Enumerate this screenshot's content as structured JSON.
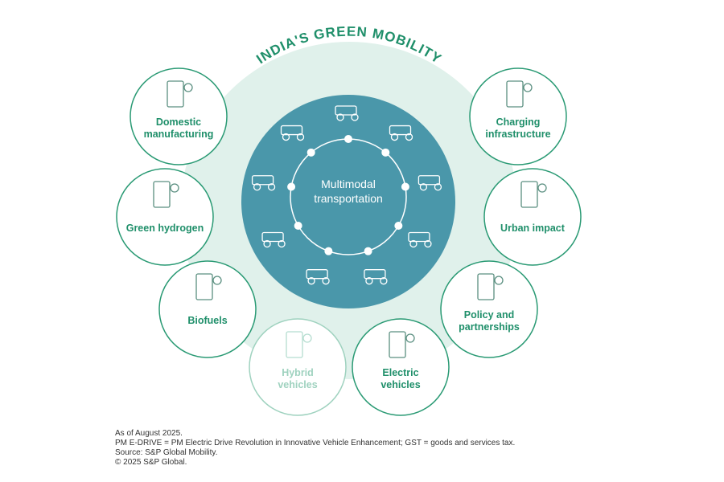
{
  "title": "INDIA'S GREEN MOBILITY",
  "center_label": [
    "Multimodal",
    "transportation"
  ],
  "transport_modes": [
    "golf-cart-icon",
    "truck-icon",
    "car-icon",
    "bicycle-icon",
    "pedestrian-icon",
    "bus-icon",
    "train-icon",
    "motorcycle-icon",
    "scooter-icon"
  ],
  "pillars": [
    {
      "label": [
        "Domestic",
        "manufacturing"
      ],
      "icon": "robot-arm-icon"
    },
    {
      "label": [
        "Charging",
        "infrastructure"
      ],
      "icon": "charging-station-icon"
    },
    {
      "label": [
        "Green hydrogen"
      ],
      "icon": "hydrogen-icon"
    },
    {
      "label": [
        "Urban impact"
      ],
      "icon": "building-icon"
    },
    {
      "label": [
        "Biofuels"
      ],
      "icon": "leaf-icon"
    },
    {
      "label": [
        "Policy and",
        "partnerships"
      ],
      "icon": "handshake-icon"
    },
    {
      "label": [
        "Hybrid",
        "vehicles"
      ],
      "icon": "hybrid-fuel-icon"
    },
    {
      "label": [
        "Electric",
        "vehicles"
      ],
      "icon": "ev-charger-icon"
    }
  ],
  "footnotes": [
    "As of August 2025.",
    "PM E-DRIVE = PM Electric Drive Revolution in Innovative Vehicle Enhancement; GST = goods and services tax.",
    "Source: S&P Global Mobility.",
    "© 2025 S&P Global."
  ],
  "colors": {
    "halo": "#e0f1eb",
    "core": "#4a97aa",
    "green": "#2a9a74"
  }
}
